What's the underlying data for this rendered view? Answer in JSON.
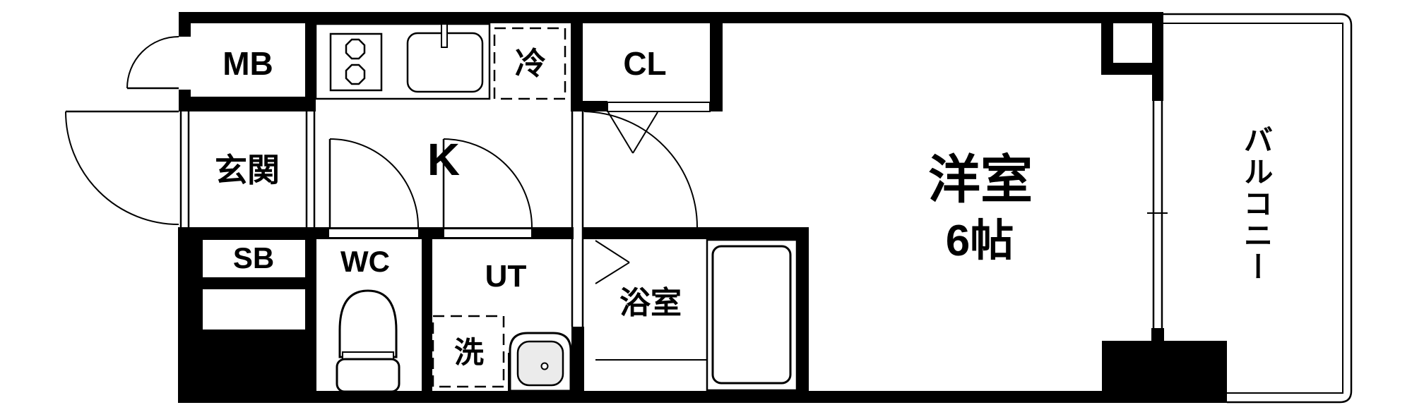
{
  "title": "apartment-floor-plan",
  "labels": {
    "meter_box": "MB",
    "entrance": "玄関",
    "shoe_box": "SB",
    "toilet": "WC",
    "kitchen": "K",
    "refrigerator": "冷",
    "closet": "CL",
    "utility": "UT",
    "washer": "洗",
    "bathroom": "浴室",
    "western_room": "洋室",
    "western_room_size": "6帖",
    "balcony": "バルコニー"
  },
  "colors": {
    "wall": "#000000",
    "floor": "#ffffff",
    "basin_fill": "#ebebeb"
  }
}
